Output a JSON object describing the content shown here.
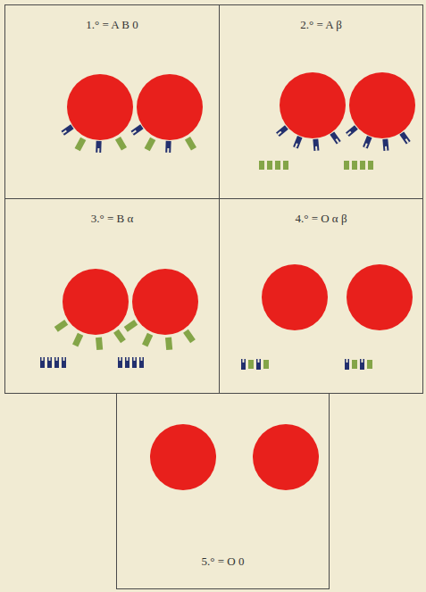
{
  "diagram": {
    "nodes": [
      {
        "text": [
          "1.° = A B 0"
        ]
      },
      {
        "text": [
          "2.° = A β"
        ]
      },
      {
        "text": [
          "3.° = B α"
        ]
      },
      {
        "text": [
          "4.° = O α β"
        ]
      },
      {
        "text": [
          "5.° = O 0"
        ]
      }
    ],
    "edges": []
  }
}
